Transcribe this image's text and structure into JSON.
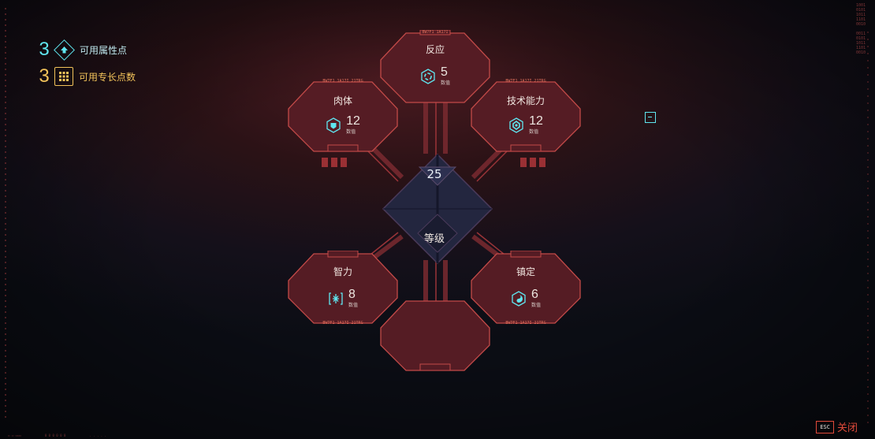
{
  "points": {
    "attribute": {
      "count": "3",
      "label": "可用属性点"
    },
    "perk": {
      "count": "3",
      "label": "可用专长点数"
    }
  },
  "attributes": [
    {
      "key": "reflexes",
      "name": "反应",
      "value": "5",
      "value_label": "数值",
      "tag": "BW7F1 1A17I"
    },
    {
      "key": "body",
      "name": "肉体",
      "value": "12",
      "value_label": "数值",
      "tag": "BW7F1 1A17I 21TRG"
    },
    {
      "key": "technical",
      "name": "技术能力",
      "value": "12",
      "value_label": "数值",
      "tag": "BW7F1 1A17I 21TRG"
    },
    {
      "key": "intelligence",
      "name": "智力",
      "value": "8",
      "value_label": "数值",
      "tag": "BW7F1 1A17I 21TRG"
    },
    {
      "key": "cool",
      "name": "镇定",
      "value": "6",
      "value_label": "数值",
      "tag": "BW7F1 1A17I 21TRG"
    }
  ],
  "level": {
    "value": "25",
    "label": "等级"
  },
  "close": {
    "key": "ESC",
    "label": "关闭"
  },
  "icons": {
    "attribute_points": "diamond-arrow-icon",
    "perk_points": "grid-icon",
    "reflexes": "reflexes-icon",
    "body": "body-icon",
    "technical": "technical-icon",
    "intelligence": "intelligence-icon",
    "cool": "cool-icon"
  },
  "colors": {
    "accent_cyan": "#5fe6f0",
    "accent_gold": "#f2c35a",
    "panel_fill": "#5a1e26",
    "panel_stroke": "#c24a48",
    "level_fill": "#2a2e4a",
    "close_red": "#e04a3a"
  }
}
